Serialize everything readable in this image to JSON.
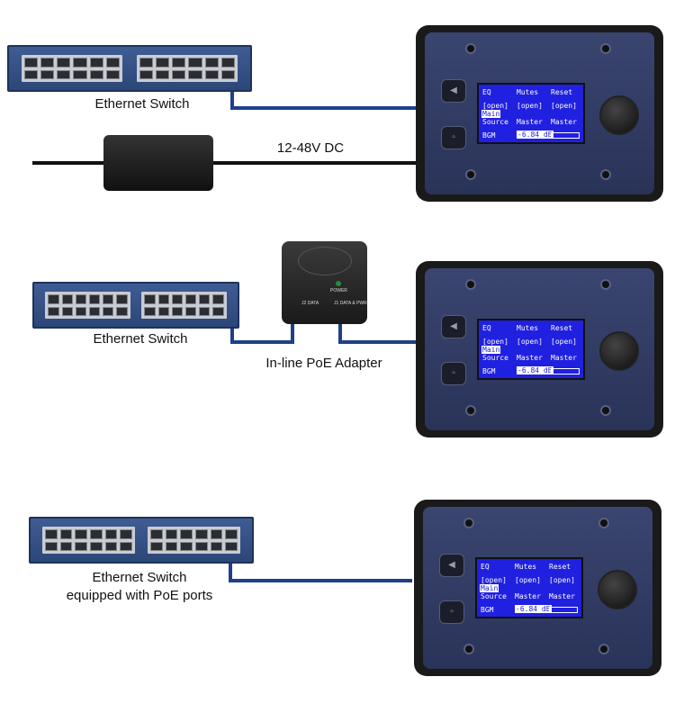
{
  "rows": [
    {
      "switch_label": "Ethernet Switch",
      "power_label": "12-48V DC"
    },
    {
      "switch_label": "Ethernet Switch",
      "adapter_label": "In-line PoE Adapter",
      "adapter_power": "POWER",
      "adapter_port1": "J2 DATA",
      "adapter_port2": "J1 DATA & PWR"
    },
    {
      "switch_label_line1": "Ethernet Switch",
      "switch_label_line2": "equipped with PoE ports"
    }
  ],
  "lcd": {
    "r1": [
      "EQ",
      "Mutes",
      "Reset"
    ],
    "r2": [
      "[open]",
      "[open]",
      "[open]"
    ],
    "selected": "Main",
    "r3": [
      "Source",
      "Master",
      "Master"
    ],
    "r4a": "BGM",
    "r4b": "-6.84 dB"
  },
  "colors": {
    "cable": "#1f3f8a",
    "switch": "#34508a",
    "lcd": "#2020e0"
  }
}
